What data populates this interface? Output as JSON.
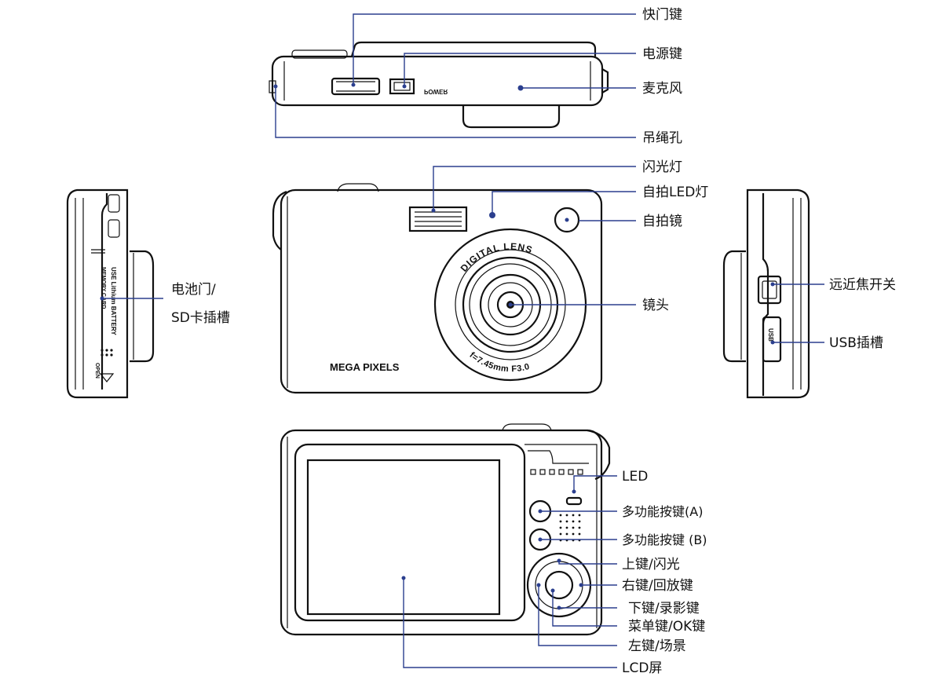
{
  "top_view": {
    "labels": {
      "shutter": "快门键",
      "power": "电源键",
      "mic": "麦克风",
      "strap": "吊绳孔"
    },
    "body_print": {
      "power": "POWER"
    }
  },
  "front_view": {
    "labels": {
      "flash": "闪光灯",
      "self_timer_led": "自拍LED灯",
      "self_mirror": "自拍镜",
      "lens": "镜头"
    },
    "body_print": {
      "digital_lens": "DIGITAL LENS",
      "focal": "f=7.45mm F3.0",
      "mega_pixels": "MEGA PIXELS"
    }
  },
  "left_view": {
    "labels": {
      "battery_door_1": "电池门/",
      "battery_door_2": "SD卡插槽"
    },
    "body_print": {
      "battery": "USE Lithium BATTERY",
      "card": "MEMORY CARD",
      "open": "OPEN"
    }
  },
  "right_view": {
    "labels": {
      "zoom_switch": "远近焦开关",
      "usb_slot": "USB插槽"
    },
    "body_print": {
      "usb": "USB"
    }
  },
  "back_view": {
    "labels": {
      "led": "LED",
      "multi_a": "多功能按键(A)",
      "multi_b": "多功能按键 (B)",
      "up": "上键/闪光",
      "right": "右键/回放键",
      "down": "下键/录影键",
      "menu": "菜单键/OK键",
      "left": "左键/场景",
      "lcd": "LCD屏"
    }
  }
}
